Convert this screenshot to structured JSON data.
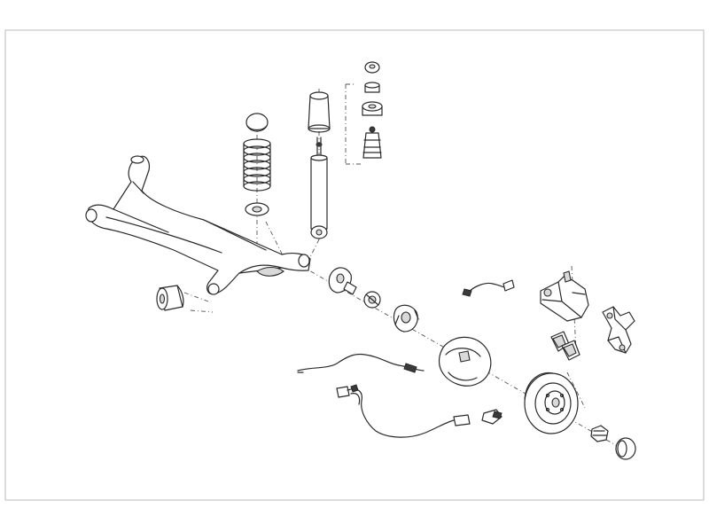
{
  "diagram": {
    "type": "exploded-parts-diagram",
    "parts": [
      "axle-beam",
      "rubber-bushing",
      "coil-spring",
      "spring-seat-top",
      "spring-seat-bottom",
      "shock-absorber",
      "dust-boot",
      "mount-bushings",
      "wheel-hub-flange",
      "wheel-bearing",
      "hub-bearing-unit",
      "brake-backing-plate",
      "brake-disc",
      "hub-nut",
      "dust-cap",
      "brake-cable",
      "abs-sensor-cable",
      "abs-sensor",
      "brake-hose",
      "brake-caliper",
      "brake-pads",
      "caliper-bracket"
    ],
    "colors": {
      "line": "#2a2a2a",
      "fill": "#ffffff",
      "shade": "#d9d9d9",
      "border": "#bbbbbb"
    }
  }
}
